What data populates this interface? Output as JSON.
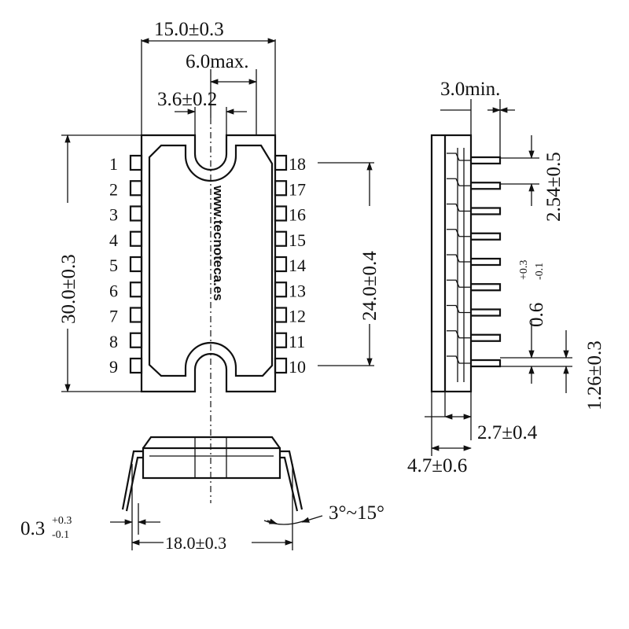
{
  "top_view": {
    "pins_left": [
      "1",
      "2",
      "3",
      "4",
      "5",
      "6",
      "7",
      "8",
      "9"
    ],
    "pins_right": [
      "18",
      "17",
      "16",
      "15",
      "14",
      "13",
      "12",
      "11",
      "10"
    ],
    "dim_width": "15.0±0.3",
    "dim_max": "6.0max.",
    "dim_slot": "3.6±0.2",
    "dim_height": "30.0±0.3",
    "dim_pin_span": "24.0±0.4",
    "watermark": "www.tecnoteca.es"
  },
  "side_view": {
    "dim_min": "3.0min.",
    "dim_pitch": "2.54±0.5",
    "dim_pin_width_main": "0.6",
    "dim_pin_width_tol_up": "+0.3",
    "dim_pin_width_tol_down": "-0.1",
    "dim_pin_gap": "1.26±0.3",
    "dim_body": "2.7±0.4",
    "dim_total": "4.7±0.6"
  },
  "front_view": {
    "dim_lead_main": "0.3",
    "dim_lead_tol_up": "+0.3",
    "dim_lead_tol_down": "-0.1",
    "dim_span": "18.0±0.3",
    "dim_angle": "3°~15°"
  }
}
